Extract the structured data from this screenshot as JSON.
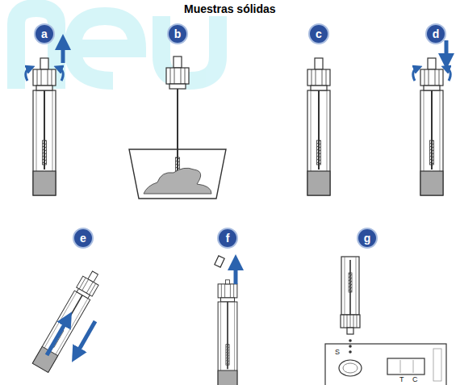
{
  "diagram": {
    "title": "Muestras sólidas",
    "nodes": [
      {
        "text": [
          "a"
        ]
      },
      {
        "text": [
          "b"
        ]
      },
      {
        "text": [
          "c"
        ]
      },
      {
        "text": [
          "d"
        ]
      },
      {
        "text": [
          "e"
        ]
      },
      {
        "text": [
          "f"
        ]
      },
      {
        "text": [
          "g"
        ]
      }
    ],
    "labels": [
      "S",
      "T",
      "C"
    ]
  }
}
